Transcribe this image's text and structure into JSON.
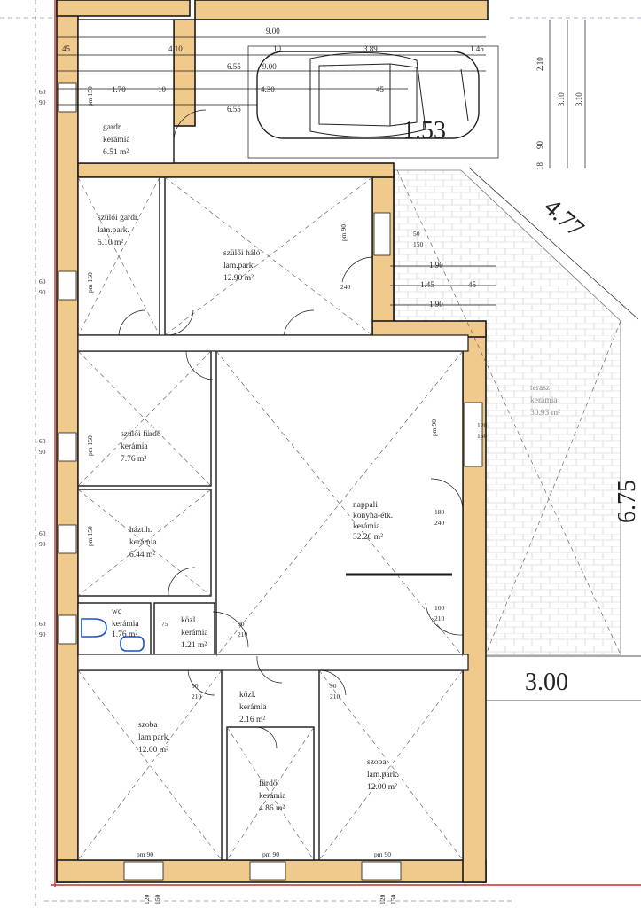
{
  "rooms": {
    "garage": {
      "name": "gardr.",
      "floor": "kerámia",
      "area": "6.51 m²"
    },
    "parents_wardrobe": {
      "name": "szülői gardr.",
      "floor": "lam.park.",
      "area": "5.10 m²"
    },
    "parents_bedroom": {
      "name": "szülői háló",
      "floor": "lam.park.",
      "area": "12.90 m²"
    },
    "parents_bathroom": {
      "name": "szülői fürdő",
      "floor": "kerámia",
      "area": "7.76 m²"
    },
    "utility": {
      "name": "házt.h.",
      "floor": "kerámia",
      "area": "6.44 m²"
    },
    "wc": {
      "name": "wc",
      "floor": "kerámia",
      "area": "1.76 m²"
    },
    "corridor1": {
      "name": "közl.",
      "floor": "kerámia",
      "area": "1.21 m²"
    },
    "corridor2": {
      "name": "közl.",
      "floor": "kerámia",
      "area": "2.16 m²"
    },
    "living": {
      "name": "nappali",
      "name2": "konyha-étk.",
      "floor": "kerámia",
      "area": "32.26 m²"
    },
    "terrace": {
      "name": "terasz",
      "floor": "kerámia",
      "area": "30.93 m²"
    },
    "room_left": {
      "name": "szoba",
      "floor": "lam.park.",
      "area": "12.00 m²"
    },
    "room_right": {
      "name": "szoba",
      "floor": "lam.park.",
      "area": "12.00 m²"
    },
    "bathroom": {
      "name": "fürdő",
      "floor": "kerámia",
      "area": "4.86 m²"
    }
  },
  "dimensions": {
    "top_total": "9.00",
    "seg_45a": "45",
    "seg_410": "4.10",
    "seg_10": "10",
    "seg_389": "3.89",
    "seg_145": "1.45",
    "seg_655a": "6.55",
    "seg_900b": "9.00",
    "seg_170": "1.70",
    "seg_10b": "10",
    "seg_430": "4.30",
    "seg_45b": "45",
    "seg_655b": "6.55",
    "v_210": "2.10",
    "v_310a": "3.10",
    "v_310b": "3.10",
    "v_90": "90",
    "v_18": "18",
    "big_153": "1.53",
    "big_477": "4.77",
    "big_675": "6.75",
    "big_300": "3.00",
    "t_190a": "1.90",
    "t_145": "1.45",
    "t_45": "45",
    "t_190b": "1.90"
  },
  "windows": {
    "w60": "60",
    "w90": "90",
    "pm150": "pm 150",
    "pm90": "pm 90",
    "w120": "120",
    "w150": "150",
    "w50": "50",
    "w240": "240",
    "w180": "180",
    "w100": "100",
    "w210": "210",
    "w75": "75"
  }
}
